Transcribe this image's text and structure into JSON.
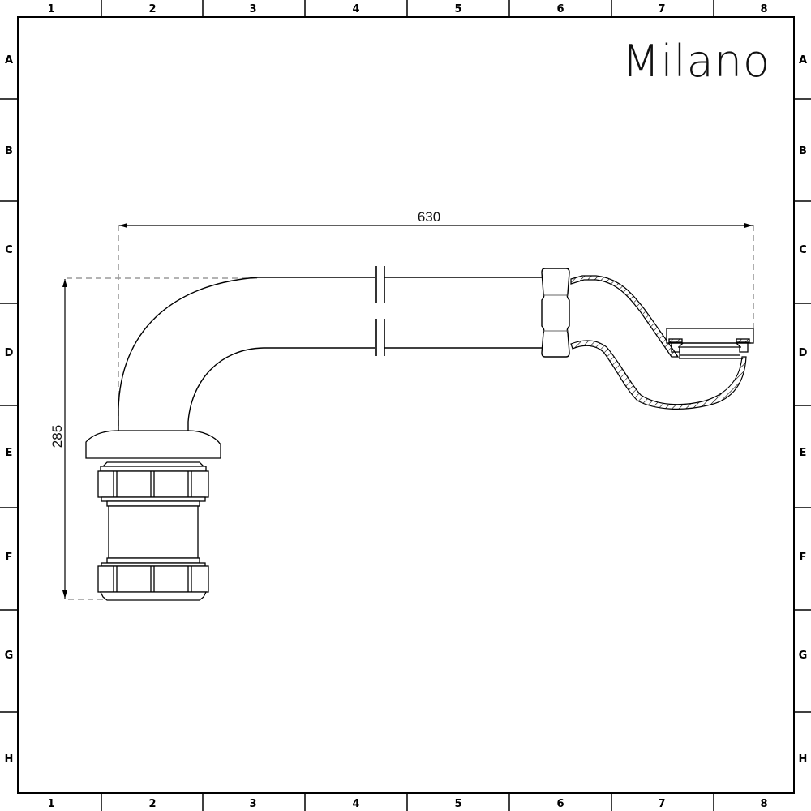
{
  "drawing": {
    "brand": "Milano",
    "column_labels": [
      "1",
      "2",
      "3",
      "4",
      "5",
      "6",
      "7",
      "8"
    ],
    "row_labels": [
      "A",
      "B",
      "C",
      "D",
      "E",
      "F",
      "G",
      "H"
    ],
    "dimensions": {
      "horizontal": {
        "value": "630",
        "label": "overall length"
      },
      "vertical": {
        "value": "285",
        "label": "overall height"
      }
    },
    "components": [
      {
        "name": "Compression coupling / waste outlet",
        "location": "E-F 1-2"
      },
      {
        "name": "Swept bend pipe",
        "location": "C-E 1-3"
      },
      {
        "name": "Straight pipe (broken view)",
        "location": "C-D 3-6"
      },
      {
        "name": "Hex union nut",
        "location": "C-D 6"
      },
      {
        "name": "Overflow trap body (section)",
        "location": "C-E 6-8"
      },
      {
        "name": "Overflow grille / cap",
        "location": "D 7-8"
      }
    ],
    "colors": {
      "line": "#000000",
      "hidden_line": "#9a9a9a",
      "background": "#ffffff"
    }
  }
}
